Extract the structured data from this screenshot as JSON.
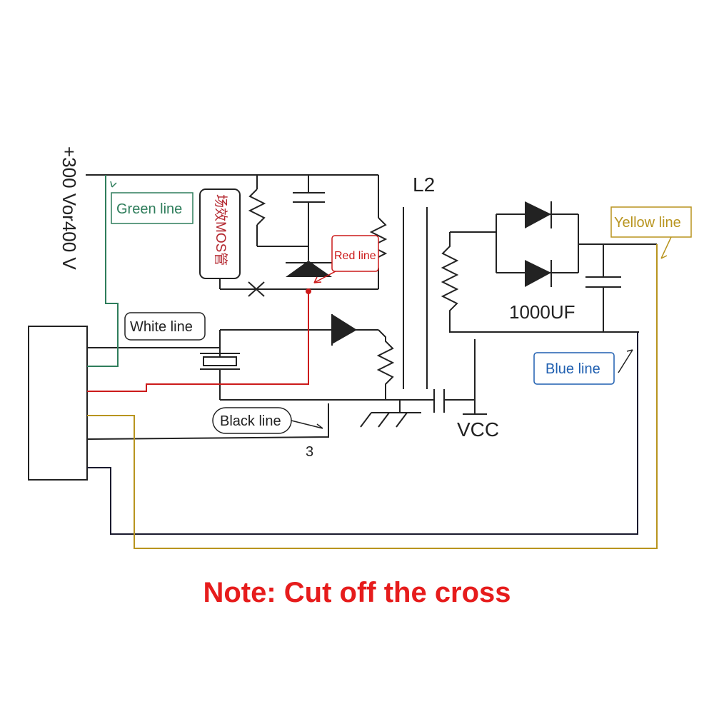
{
  "voltage_label": "+300 Vor400 V",
  "labels": {
    "green_line": "Green line",
    "white_line": "White line",
    "black_line": "Black line",
    "red_line": "Red line",
    "yellow_line": "Yellow line",
    "blue_line": "Blue line",
    "l2": "L2",
    "cap_value": "1000UF",
    "vcc": "VCC",
    "pin_3": "3",
    "mosfet_chip": "场效MOS管"
  },
  "note": "Note: Cut off the cross",
  "colors": {
    "green": "#2e7d5b",
    "red": "#cc1a1a",
    "yellow": "#b8941e",
    "blue": "#1f5fb0",
    "wire": "#222222",
    "note": "#e61c1c"
  }
}
